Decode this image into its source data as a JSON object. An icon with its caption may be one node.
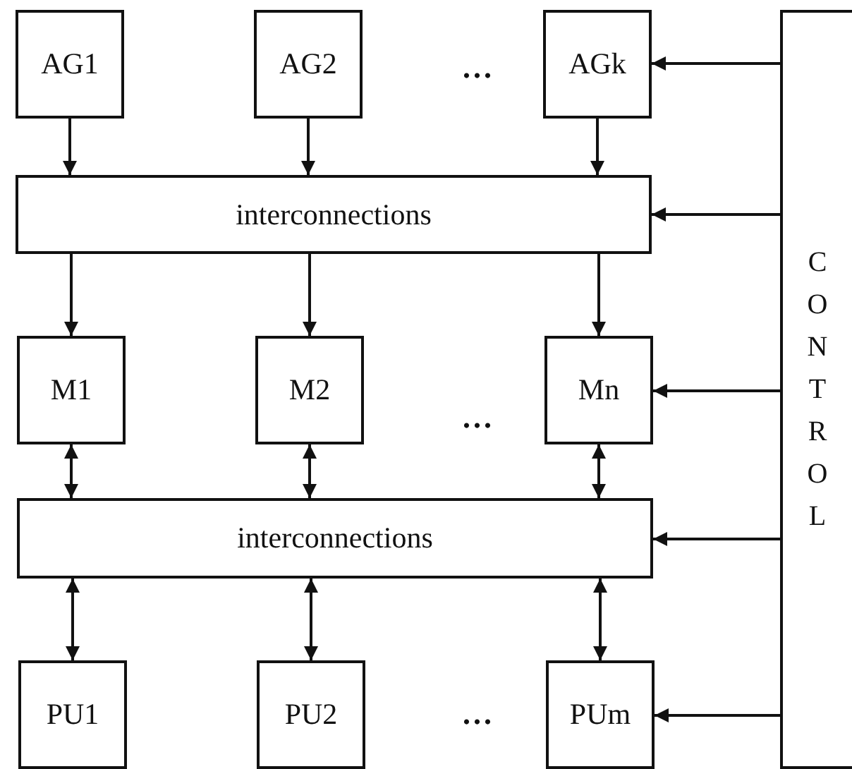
{
  "diagram": {
    "nodes": [
      {
        "text": [
          "AG1"
        ]
      },
      {
        "text": [
          "AG2"
        ]
      },
      {
        "text": [
          "AGk"
        ]
      },
      {
        "text": [
          "interconnections"
        ]
      },
      {
        "text": [
          "M1"
        ]
      },
      {
        "text": [
          "M2"
        ]
      },
      {
        "text": [
          "Mn"
        ]
      },
      {
        "text": [
          "interconnections"
        ]
      },
      {
        "text": [
          "PU1"
        ]
      },
      {
        "text": [
          "PU2"
        ]
      },
      {
        "text": [
          "PUm"
        ]
      },
      {
        "text": [
          "CONTROL"
        ]
      }
    ],
    "edges": [
      {
        "from": 0,
        "to": 3,
        "arrow": "to"
      },
      {
        "from": 1,
        "to": 3,
        "arrow": "to"
      },
      {
        "from": 2,
        "to": 3,
        "arrow": "to"
      },
      {
        "from": 3,
        "to": 4,
        "arrow": "to"
      },
      {
        "from": 3,
        "to": 5,
        "arrow": "to"
      },
      {
        "from": 3,
        "to": 6,
        "arrow": "to"
      },
      {
        "from": 4,
        "to": 7,
        "arrow": "both"
      },
      {
        "from": 5,
        "to": 7,
        "arrow": "both"
      },
      {
        "from": 6,
        "to": 7,
        "arrow": "both"
      },
      {
        "from": 7,
        "to": 8,
        "arrow": "both"
      },
      {
        "from": 7,
        "to": 9,
        "arrow": "both"
      },
      {
        "from": 7,
        "to": 10,
        "arrow": "both"
      },
      {
        "from": 11,
        "to": 2,
        "arrow": "to"
      },
      {
        "from": 11,
        "to": 3,
        "arrow": "to"
      },
      {
        "from": 11,
        "to": 6,
        "arrow": "to"
      },
      {
        "from": 11,
        "to": 7,
        "arrow": "to"
      },
      {
        "from": 11,
        "to": 10,
        "arrow": "to"
      }
    ],
    "labels": [
      "...",
      "...",
      "..."
    ]
  }
}
